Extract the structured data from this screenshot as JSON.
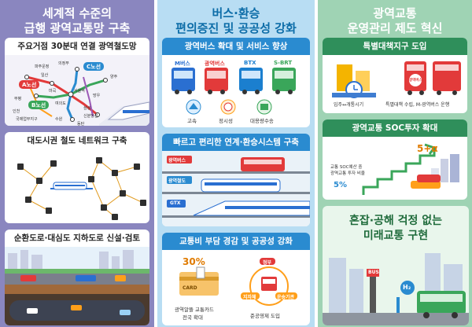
{
  "col1": {
    "title_line1": "세계적 수준의",
    "title_line2": "급행 광역교통망 구축",
    "card1": {
      "bar": "주요거점 30분대 연결 광역철도망",
      "labels": {
        "c_line": "C노선",
        "a_line": "A노선",
        "b_line": "B노선",
        "paju": "파주운정",
        "uijeongbu": "의정부",
        "yangju": "양주",
        "ilsan": "일산",
        "seoul": "서울역",
        "magok": "마곡",
        "bupyeong": "부평",
        "yeouido": "여의도",
        "samseong": "삼성",
        "songdo": "국제업무지구",
        "incheon": "인천",
        "suwon": "수원",
        "dongtan": "동탄",
        "hwaseong": "신분당선",
        "mangu": "망우"
      }
    },
    "card2": {
      "bar": "대도시권 철도 네트워크 구축"
    },
    "card3": {
      "bar": "순환도로·대심도 지하도로 신설·검토"
    }
  },
  "col2": {
    "title_line1": "버스·환승",
    "title_line2": "편의증진 및 공공성 강화",
    "card1": {
      "bar": "광역버스 확대 및 서비스 향상",
      "buses": [
        "M버스",
        "광역버스",
        "BTX",
        "S-BRT"
      ],
      "icons": [
        "고속",
        "정시성",
        "대용량수송"
      ]
    },
    "card2": {
      "bar": "빠르고 편리한 연계·환승시스템 구축",
      "signs": [
        "광역버스",
        "광역철도",
        "GTX"
      ]
    },
    "card3": {
      "bar": "교통비 부담 경감 및 공공성 강화",
      "percent": "30%",
      "card_word": "CARD",
      "left_caption_line1": "광역알뜰 교통카드",
      "left_caption_line2": "전국 확대",
      "tags": [
        "정부",
        "지자체",
        "운송기관"
      ],
      "right_caption": "준공영제 도입"
    }
  },
  "col3": {
    "title_line1": "광역교통",
    "title_line2": "운영관리 제도 혁신",
    "card1": {
      "bar": "특별대책지구 도입",
      "left_caption": "입주↔개통시기",
      "right_caption": "특별대책 수립, M-광역버스 운행",
      "bus_tag": "광역버스"
    },
    "card2": {
      "bar": "광역교통 SOC투자 확대",
      "growth": "5+α",
      "base": "5%",
      "desc_line1": "교통 SOC예산 중",
      "desc_line2": "광역교통 투자 비율"
    },
    "panel": {
      "title_line1": "혼잡·공해 걱정 없는",
      "title_line2": "미래교통 구현",
      "bus_sign": "BUS",
      "h2": "H₂"
    }
  },
  "colors": {
    "purple_bg": "#8a86bf",
    "purple_bar": "#6d67a8",
    "blue_bg": "#b8ddf3",
    "blue_bar": "#2a8bd0",
    "green_bg": "#9fd3b4",
    "green_bar": "#2f8f5b",
    "orange": "#ff9f1a",
    "red": "#e23a3a"
  }
}
